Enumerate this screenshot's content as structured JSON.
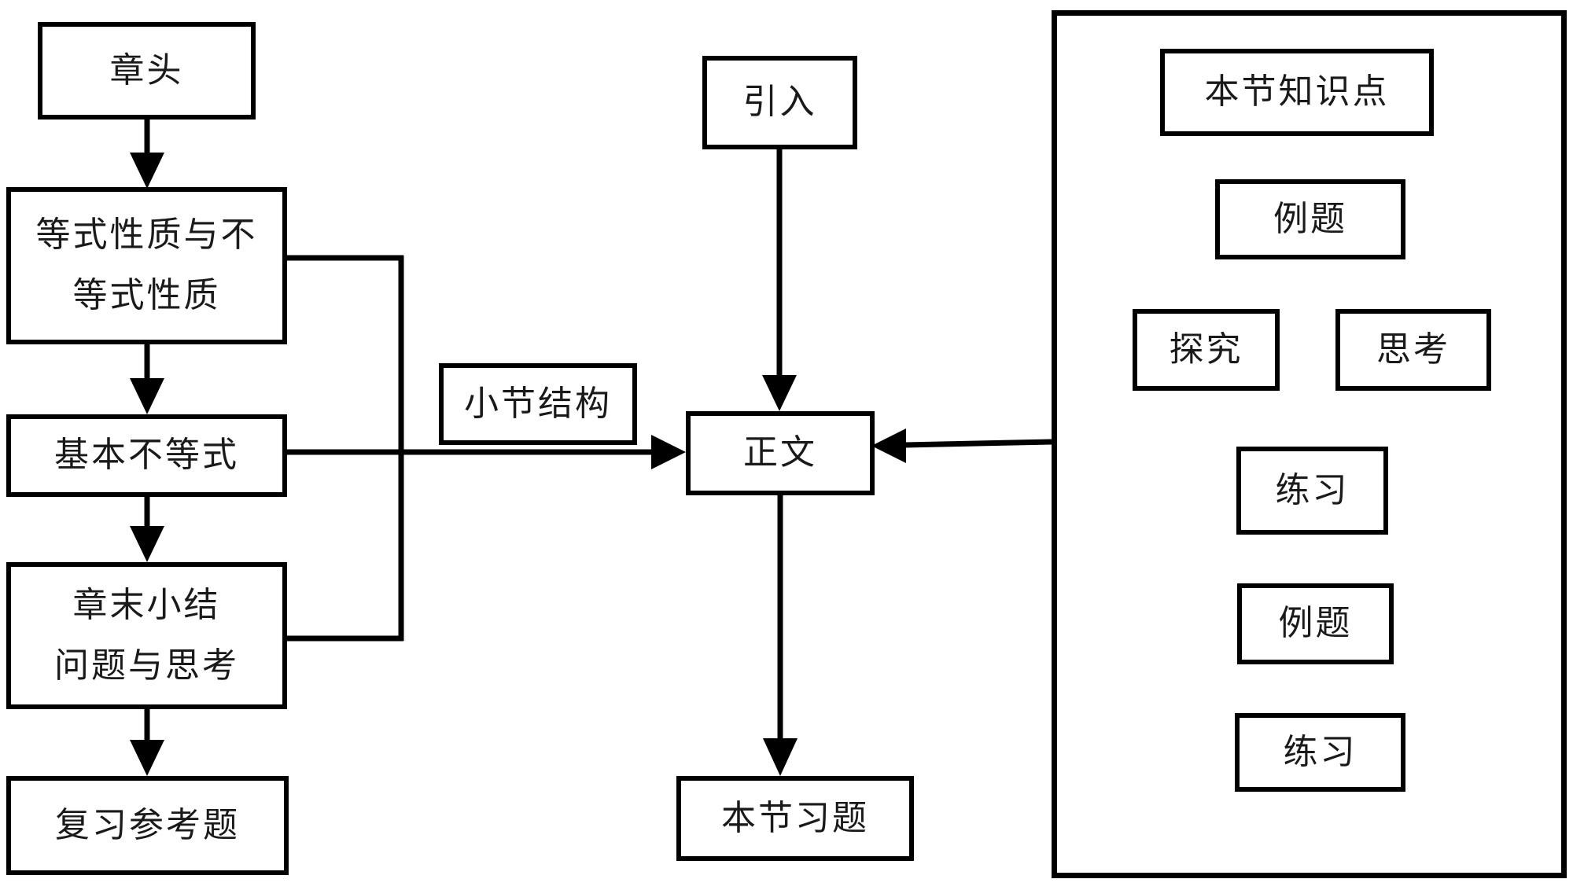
{
  "diagram": {
    "title": "textbook-chapter-structure-flowchart",
    "left_flow": {
      "nodes": [
        {
          "id": "chapter-head",
          "label": "章头"
        },
        {
          "id": "equality-properties",
          "label_line1": "等式性质与不",
          "label_line2": "等式性质"
        },
        {
          "id": "basic-inequality",
          "label": "基本不等式"
        },
        {
          "id": "chapter-summary",
          "label_line1": "章末小结",
          "label_line2": "问题与思考"
        },
        {
          "id": "review-questions",
          "label": "复习参考题"
        }
      ]
    },
    "center_flow": {
      "intro_label": "引入",
      "section_structure_label": "小节结构",
      "main_text_label": "正文",
      "section_exercises_label": "本节习题"
    },
    "right_panel": {
      "knowledge_points_label": "本节知识点",
      "example1_label": "例题",
      "explore_label": "探究",
      "think_label": "思考",
      "practice1_label": "练习",
      "example2_label": "例题",
      "practice2_label": "练习"
    },
    "colors": {
      "line": "#000000",
      "background": "#ffffff",
      "text": "#1a1a1a"
    }
  }
}
